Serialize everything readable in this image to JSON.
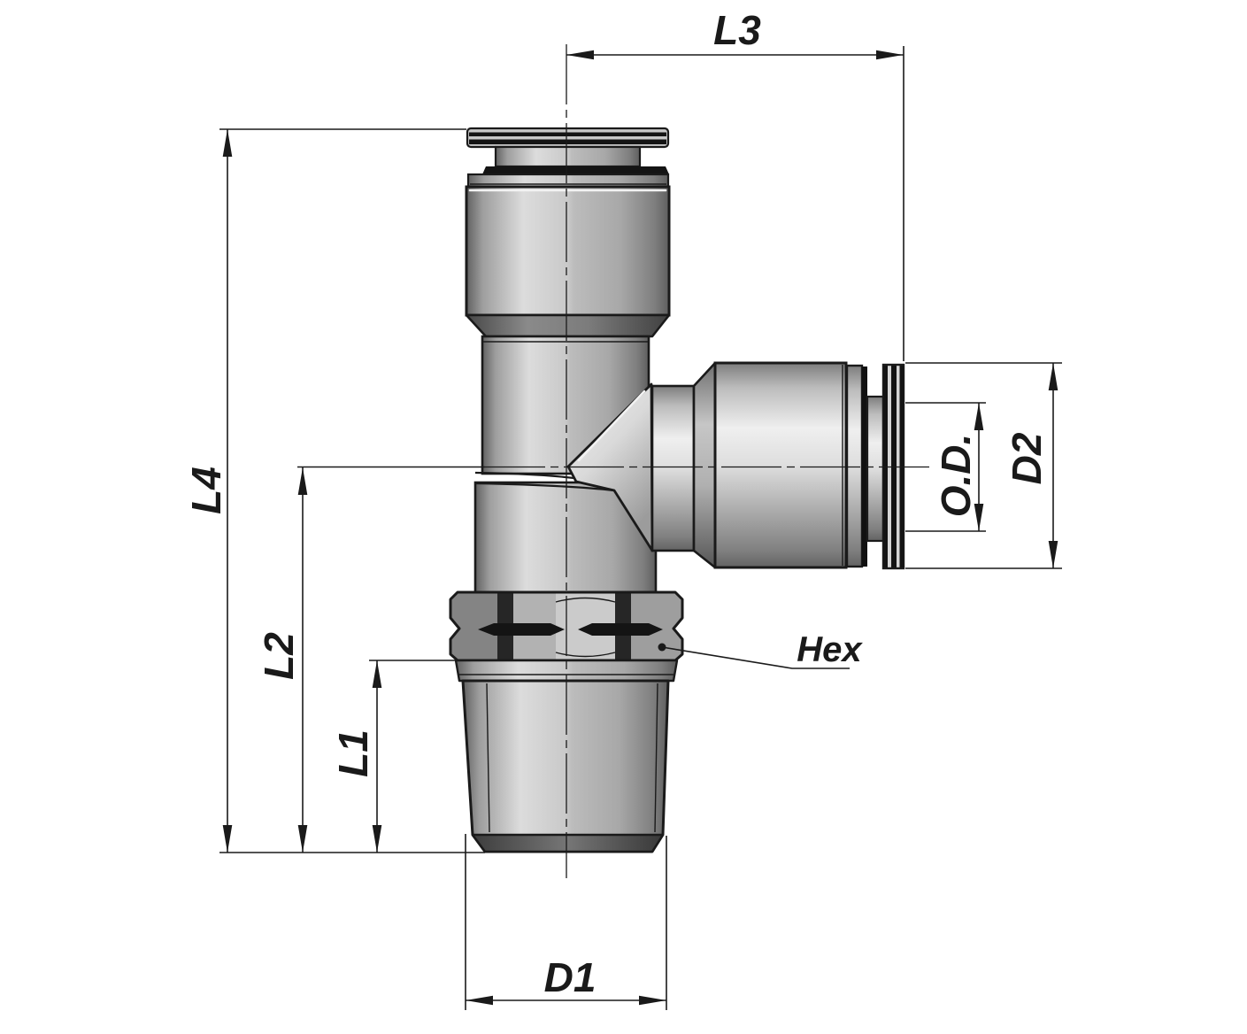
{
  "diagram": {
    "type": "technical-drawing",
    "labels": {
      "l3": "L3",
      "l4": "L4",
      "l2": "L2",
      "l1": "L1",
      "d1": "D1",
      "d2": "D2",
      "od": "O.D.",
      "hex": "Hex"
    },
    "colors": {
      "line": "#1a1a1a",
      "background": "#ffffff",
      "metal-light": "#e8e8e8",
      "metal-mid": "#b5b5b5",
      "metal-dark": "#6f6f6f"
    }
  }
}
